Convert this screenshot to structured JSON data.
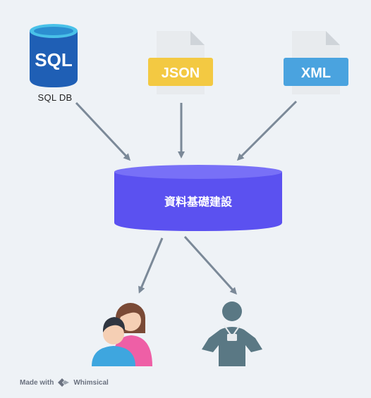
{
  "nodes": {
    "sql": {
      "icon_text": "SQL",
      "caption": "SQL DB"
    },
    "json": {
      "label": "JSON"
    },
    "xml": {
      "label": "XML"
    },
    "database": {
      "label": "資料基礎建設"
    }
  },
  "footer": {
    "made_with": "Made with",
    "brand": "Whimsical"
  },
  "colors": {
    "background": "#eef2f6",
    "sql_blue": "#1f5fb5",
    "sql_cap": "#49c1e8",
    "json_yellow": "#f3c942",
    "xml_blue": "#4aa3df",
    "database_purple": "#5b51f0",
    "arrow": "#7b8998",
    "person_teal": "#5a7884"
  },
  "icons": [
    "database-cylinder-icon",
    "json-file-icon",
    "xml-file-icon",
    "users-icon",
    "employee-icon",
    "whimsical-logo-icon"
  ]
}
